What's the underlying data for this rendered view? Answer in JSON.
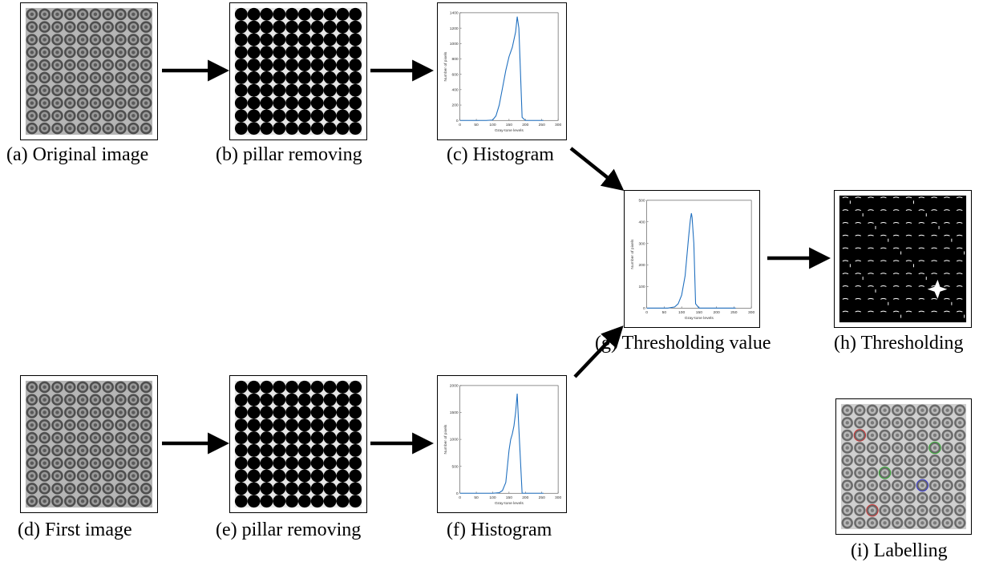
{
  "colors": {
    "histogram_line": "#1f6fbf",
    "pillar_light": "#9a9a9a",
    "pillar_dark": "#3a3a3a",
    "border": "#000000"
  },
  "panels": [
    {
      "id": "a",
      "label": "(a)",
      "caption": "Original image",
      "kind": "photo"
    },
    {
      "id": "b",
      "label": "(b)",
      "caption": "pillar removing",
      "kind": "mask"
    },
    {
      "id": "c",
      "label": "(c)",
      "caption": "Histogram",
      "kind": "histogram"
    },
    {
      "id": "d",
      "label": "(d)",
      "caption": "First image",
      "kind": "photo"
    },
    {
      "id": "e",
      "label": "(e)",
      "caption": "pillar removing",
      "kind": "mask"
    },
    {
      "id": "f",
      "label": "(f)",
      "caption": "Histogram",
      "kind": "histogram"
    },
    {
      "id": "g",
      "label": "(g)",
      "caption": "Thresholding value",
      "kind": "histogram"
    },
    {
      "id": "h",
      "label": "(h)",
      "caption": "Thresholding",
      "kind": "threshold"
    },
    {
      "id": "i",
      "label": "(i)",
      "caption": "Labelling",
      "kind": "labelled"
    }
  ],
  "chart_data": [
    {
      "type": "line",
      "panel": "c",
      "xlabel": "Gray-tone levels",
      "ylabel": "Number of pixels",
      "xlim": [
        0,
        300
      ],
      "ylim": [
        0,
        1400
      ],
      "xticks": [
        "0",
        "50",
        "100",
        "150",
        "200",
        "250",
        "300"
      ],
      "yticks": [
        "0",
        "200",
        "400",
        "600",
        "800",
        "1000",
        "1200",
        "1400"
      ],
      "series": [
        {
          "x": [
            0,
            80,
            100,
            110,
            120,
            130,
            140,
            150,
            160,
            170,
            175,
            180,
            190,
            200,
            255
          ],
          "values": [
            0,
            0,
            5,
            60,
            200,
            420,
            650,
            830,
            950,
            1150,
            1350,
            1200,
            40,
            0,
            0
          ]
        }
      ]
    },
    {
      "type": "line",
      "panel": "f",
      "xlabel": "Gray-tone levels",
      "ylabel": "Number of pixels",
      "xlim": [
        0,
        300
      ],
      "ylim": [
        0,
        2000
      ],
      "xticks": [
        "0",
        "50",
        "100",
        "150",
        "200",
        "250",
        "300"
      ],
      "yticks": [
        "0",
        "500",
        "1000",
        "1500",
        "2000"
      ],
      "series": [
        {
          "x": [
            0,
            100,
            120,
            130,
            140,
            150,
            155,
            160,
            165,
            170,
            175,
            180,
            190,
            255
          ],
          "values": [
            0,
            0,
            10,
            50,
            200,
            800,
            1000,
            1100,
            1250,
            1500,
            1850,
            1200,
            0,
            0
          ]
        }
      ]
    },
    {
      "type": "line",
      "panel": "g",
      "xlabel": "Gray-tone levels",
      "ylabel": "Number of pixels",
      "xlim": [
        0,
        300
      ],
      "ylim": [
        0,
        500
      ],
      "xticks": [
        "0",
        "50",
        "100",
        "150",
        "200",
        "250",
        "300"
      ],
      "yticks": [
        "0",
        "100",
        "200",
        "300",
        "400",
        "500"
      ],
      "series": [
        {
          "x": [
            0,
            60,
            80,
            90,
            100,
            110,
            115,
            120,
            125,
            128,
            130,
            135,
            140,
            150,
            255
          ],
          "values": [
            0,
            0,
            5,
            20,
            60,
            150,
            240,
            330,
            410,
            440,
            420,
            300,
            20,
            0,
            0
          ]
        }
      ]
    }
  ]
}
